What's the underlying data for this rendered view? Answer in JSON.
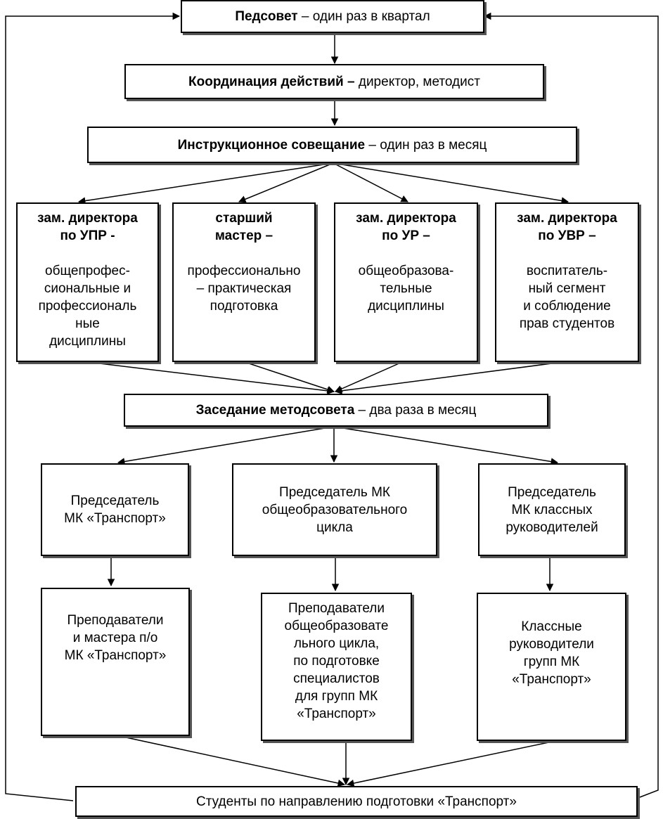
{
  "boxes": {
    "pedsovet": {
      "bold": "Педсовет",
      "rest": " – один раз в квартал"
    },
    "coordination": {
      "bold": "Координация действий –",
      "rest": " директор, методист"
    },
    "instruction": {
      "bold": "Инструкционное совещание",
      "rest": " – один раз в месяц"
    },
    "upr": {
      "head": [
        "зам. директора",
        "по УПР -"
      ],
      "body": [
        "общепрофес-",
        "сиональные и",
        "профессиональ",
        "ные",
        "дисциплины"
      ]
    },
    "master": {
      "head": [
        "старший",
        "мастер –"
      ],
      "body": [
        "профессионально",
        "– практическая",
        "подготовка"
      ]
    },
    "ur": {
      "head": [
        "зам. директора",
        "по УР –"
      ],
      "body": [
        "общеобразова-",
        "тельные",
        "дисциплины"
      ]
    },
    "uvr": {
      "head": [
        "зам. директора",
        "по УВР –"
      ],
      "body": [
        "воспитатель-",
        "ный сегмент",
        "и соблюдение",
        "прав студентов"
      ]
    },
    "metodsovet": {
      "bold": "Заседание методсовета",
      "rest": " – два раза в месяц"
    },
    "chair_transport": {
      "lines": [
        "Председатель",
        "МК «Транспорт»"
      ]
    },
    "chair_general": {
      "lines": [
        "Председатель МК",
        "общеобразовательного",
        "цикла"
      ]
    },
    "chair_class": {
      "lines": [
        "Председатель",
        "МК классных",
        "руководителей"
      ]
    },
    "teachers_transport": {
      "lines": [
        "Преподаватели",
        "и мастера п/о",
        "МК «Транспорт»"
      ]
    },
    "teachers_general": {
      "lines": [
        "Преподаватели",
        "общеобразовате",
        "льного цикла,",
        "по подготовке",
        "специалистов",
        "для групп МК",
        "«Транспорт»"
      ]
    },
    "class_leaders": {
      "lines": [
        "Классные",
        "руководители",
        "групп МК",
        "«Транспорт»"
      ]
    },
    "students": {
      "lines": [
        "Студенты по направлению подготовки «Транспорт»"
      ]
    }
  }
}
